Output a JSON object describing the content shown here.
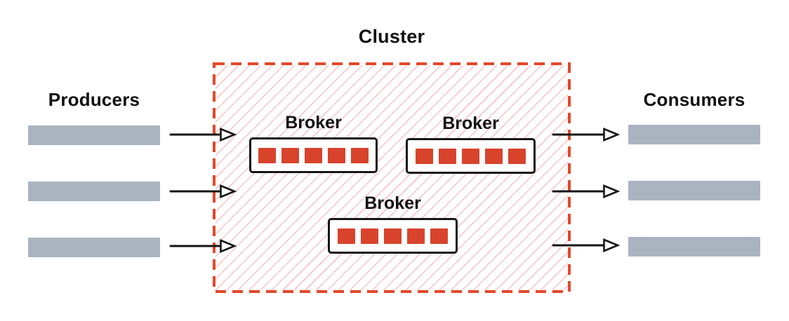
{
  "diagram": {
    "cluster": {
      "label": "Cluster",
      "brokers": [
        {
          "label": "Broker",
          "partition_count": 5
        },
        {
          "label": "Broker",
          "partition_count": 5
        },
        {
          "label": "Broker",
          "partition_count": 5
        }
      ]
    },
    "producers": {
      "label": "Producers",
      "lane_count": 3
    },
    "consumers": {
      "label": "Consumers",
      "lane_count": 3
    },
    "colors": {
      "accent_red": "#e2492a",
      "partition_red": "#d8432c",
      "hatch_pink": "#f8ccd4",
      "lane_gray": "#a9b4c0",
      "stroke_black": "#161616"
    }
  }
}
